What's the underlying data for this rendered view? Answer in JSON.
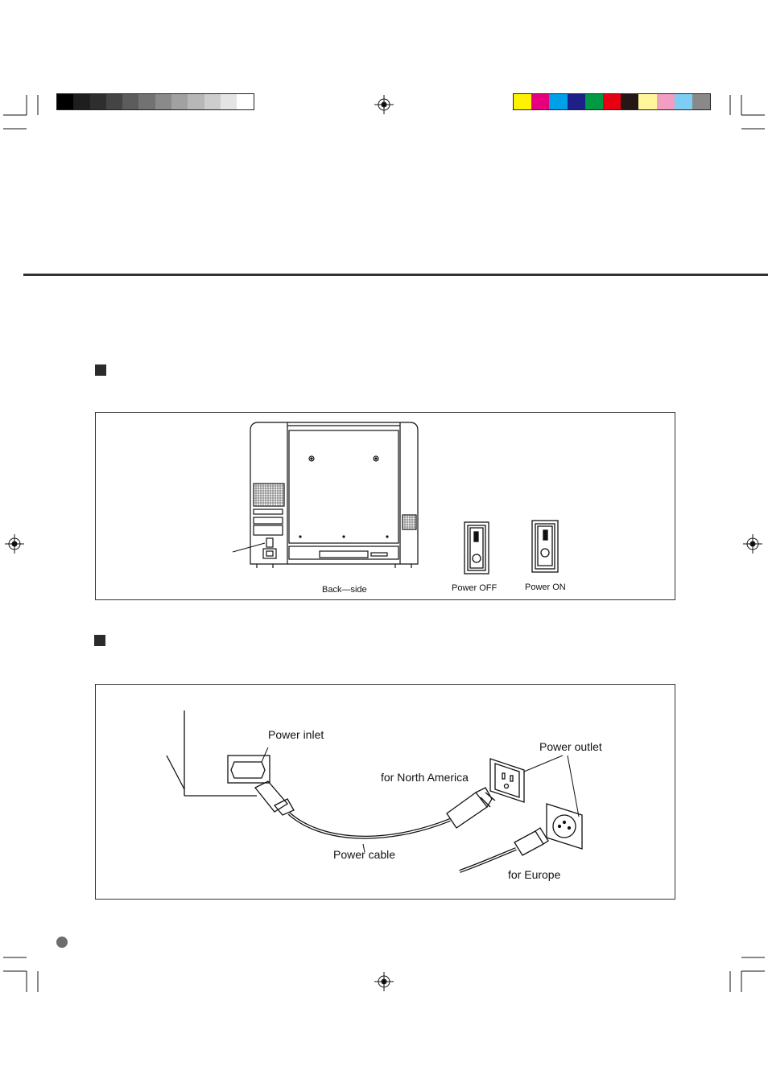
{
  "print_marks": {
    "gray_scale": [
      "#000000",
      "#1e1e1e",
      "#2e2e2e",
      "#444444",
      "#5c5c5c",
      "#727272",
      "#8a8a8a",
      "#a1a1a1",
      "#b7b7b7",
      "#cdcdcd",
      "#e4e4e4",
      "#ffffff"
    ],
    "color_bar": [
      "#fff200",
      "#e6007e",
      "#00a0e9",
      "#1d2088",
      "#009944",
      "#e60012",
      "#231815",
      "#fff799",
      "#f19ec2",
      "#7ecef4",
      "#898989"
    ]
  },
  "figure_rear": {
    "caption_back": "Back—side",
    "caption_off": "Power  OFF",
    "caption_on": "Power  ON"
  },
  "figure_connect": {
    "label_inlet": "Power inlet",
    "label_outlet": "Power outlet",
    "label_na": "for North America",
    "label_cable": "Power cable",
    "label_europe": "for Europe"
  }
}
